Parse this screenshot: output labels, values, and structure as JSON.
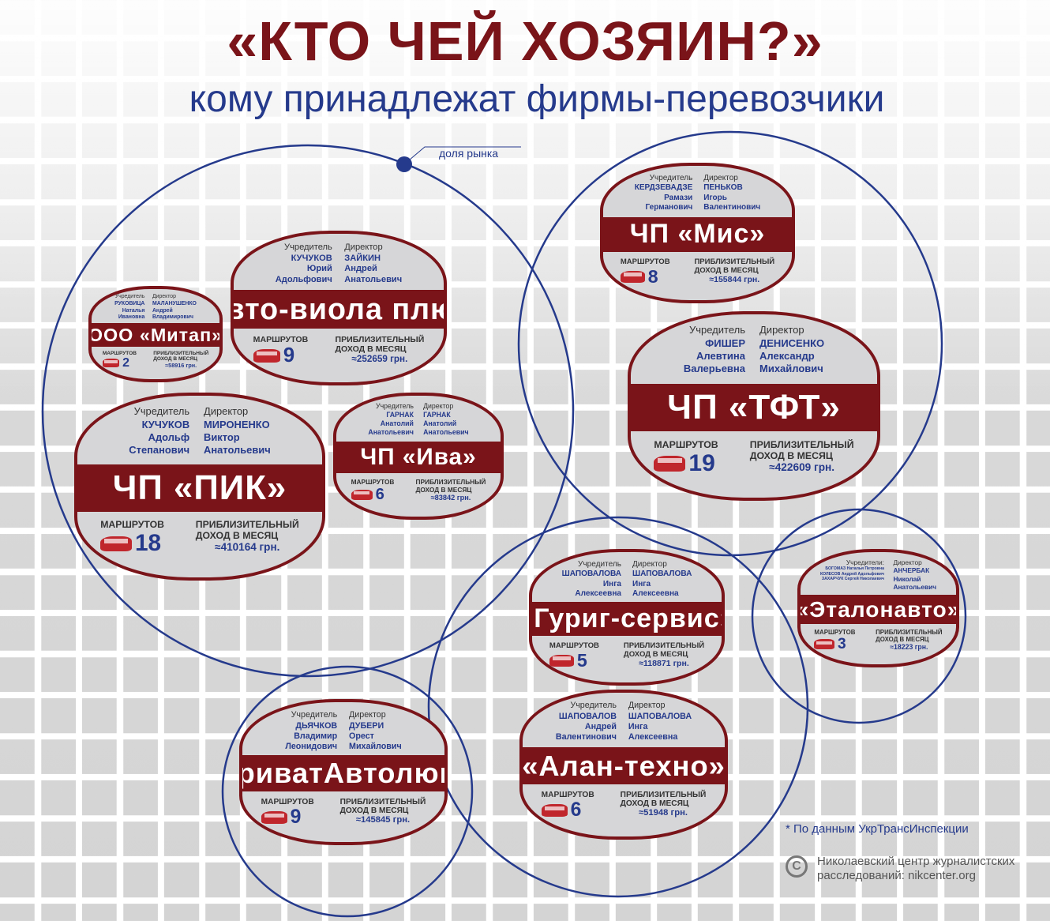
{
  "title": "«КТО ЧЕЙ ХОЗЯИН?»",
  "subtitle": "кому принадлежат фирмы-перевозчики",
  "legend_label": "доля рынка",
  "labels": {
    "founder": "Учредитель",
    "director": "Директор",
    "routes": "МАРШРУТОВ",
    "income1": "ПРИБЛИЗИТЕЛЬНЫЙ",
    "income2": "ДОХОД В МЕСЯЦ"
  },
  "companies": [
    {
      "name": "ООО «Митап»",
      "founder": [
        "РУКОВИЦА",
        "Наталья",
        "Ивановна"
      ],
      "director": [
        "МАЛАНУШЕНКО",
        "Андрей",
        "Владимирович"
      ],
      "routes": "2",
      "income": "≈58916 грн."
    },
    {
      "name": "«Авто-виола плюс»",
      "founder": [
        "КУЧУКОВ",
        "Юрий",
        "Адольфович"
      ],
      "director": [
        "ЗАЙКИН",
        "Андрей",
        "Анатольевич"
      ],
      "routes": "9",
      "income": "≈252659 грн."
    },
    {
      "name": "ЧП «ПИК»",
      "founder": [
        "КУЧУКОВ",
        "Адольф",
        "Степанович"
      ],
      "director": [
        "МИРОНЕНКО",
        "Виктор",
        "Анатольевич"
      ],
      "routes": "18",
      "income": "≈410164 грн."
    },
    {
      "name": "ЧП «Ива»",
      "founder": [
        "ГАРНАК",
        "Анатолий",
        "Анатольевич"
      ],
      "director": [
        "ГАРНАК",
        "Анатолий",
        "Анатольевич"
      ],
      "routes": "6",
      "income": "≈83842 грн."
    },
    {
      "name": "ЧП «Мис»",
      "founder": [
        "КЕРДЗЕВАДЗЕ",
        "Рамази",
        "Германович"
      ],
      "director": [
        "ПЕНЬКОВ",
        "Игорь",
        "Валентинович"
      ],
      "routes": "8",
      "income": "≈155844 грн."
    },
    {
      "name": "ЧП «ТФТ»",
      "founder": [
        "ФИШЕР",
        "Алевтина",
        "Валерьевна"
      ],
      "director": [
        "ДЕНИСЕНКО",
        "Александр",
        "Михайлович"
      ],
      "routes": "19",
      "income": "≈422609 грн."
    },
    {
      "name": "«Гуриг-сервис»",
      "founder": [
        "ШАПОВАЛОВА",
        "Инга",
        "Алексеевна"
      ],
      "director": [
        "ШАПОВАЛОВА",
        "Инга",
        "Алексеевна"
      ],
      "routes": "5",
      "income": "≈118871 грн."
    },
    {
      "name": "«Алан-техно»",
      "founder": [
        "ШАПОВАЛОВ",
        "Андрей",
        "Валентинович"
      ],
      "director": [
        "ШАПОВАЛОВА",
        "Инга",
        "Алексеевна"
      ],
      "routes": "6",
      "income": "≈51948 грн."
    },
    {
      "name": "«ПриватАвтолюкс»",
      "founder": [
        "ДЬЯЧКОВ",
        "Владимир",
        "Леонидович"
      ],
      "director": [
        "ДУБЕРИ",
        "Орест",
        "Михайлович"
      ],
      "routes": "9",
      "income": "≈145845 грн."
    },
    {
      "name": "«Эталонавто»",
      "founder_label": "Учредители:",
      "founder": [
        "БОГОМАЗ Наталья Петровна",
        "КОЛЕСОВ Андрей Адольфович",
        "ЗАХАРЧУК Сергей Николаевич"
      ],
      "director": [
        "АНЧЕРБАК",
        "Николай",
        "Анатольевич"
      ],
      "routes": "3",
      "income": "≈18223 грн."
    }
  ],
  "source_note": "* По данным УкрТрансИнспекции",
  "credit_line1": "Николаевский центр журналистских",
  "credit_line2": "расследований: nikcenter.org",
  "colors": {
    "maroon": "#7a1419",
    "blue": "#253a8c"
  }
}
